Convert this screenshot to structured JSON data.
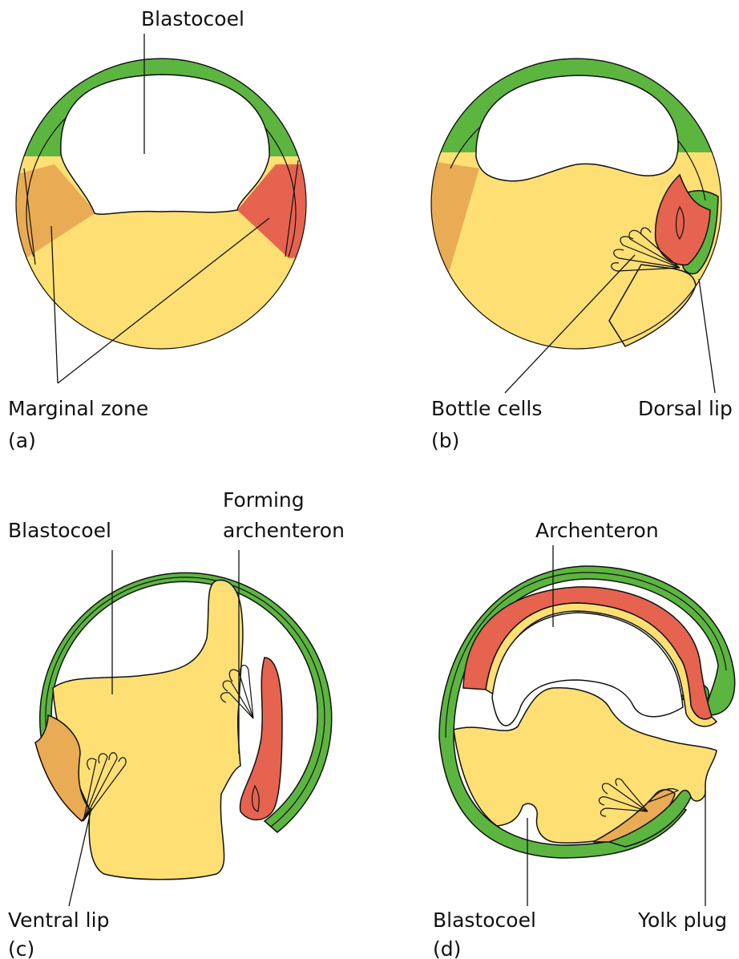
{
  "colors": {
    "ectoderm": "#5cb53f",
    "mesoderm": "#e5634f",
    "marginal": "#e9ab53",
    "yolk": "#fddf74",
    "line": "#111111"
  },
  "panels": [
    {
      "letter": "(a)",
      "labels": {
        "blastocoel": "Blastocoel",
        "marginal_zone": "Marginal zone"
      }
    },
    {
      "letter": "(b)",
      "labels": {
        "bottle_cells": "Bottle cells",
        "dorsal_lip": "Dorsal lip"
      }
    },
    {
      "letter": "(c)",
      "labels": {
        "blastocoel": "Blastocoel",
        "forming_1": "Forming",
        "forming_2": "archenteron",
        "ventral_lip": "Ventral lip"
      }
    },
    {
      "letter": "(d)",
      "labels": {
        "archenteron": "Archenteron",
        "blastocoel": "Blastocoel",
        "yolk_plug": "Yolk plug"
      }
    }
  ]
}
